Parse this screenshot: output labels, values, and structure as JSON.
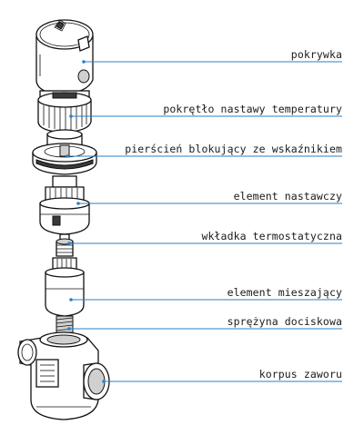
{
  "labels": [
    {
      "id": "pokrywka",
      "text": "pokrywka"
    },
    {
      "id": "pokretlo",
      "text": "pokrętło nastawy temperatury"
    },
    {
      "id": "pierscien",
      "text": "pierścień blokujący ze wskaźnikiem"
    },
    {
      "id": "element-nastawczy",
      "text": "element nastawczy"
    },
    {
      "id": "wkladka",
      "text": "wkładka termostatyczna"
    },
    {
      "id": "element-mieszajacy",
      "text": "element mieszający"
    },
    {
      "id": "sprezyna",
      "text": "sprężyna dociskowa"
    },
    {
      "id": "korpus",
      "text": "korpus zaworu"
    }
  ],
  "colors": {
    "leader": "#2a7fc9",
    "outline": "#111111",
    "text": "#1a1a1a"
  }
}
